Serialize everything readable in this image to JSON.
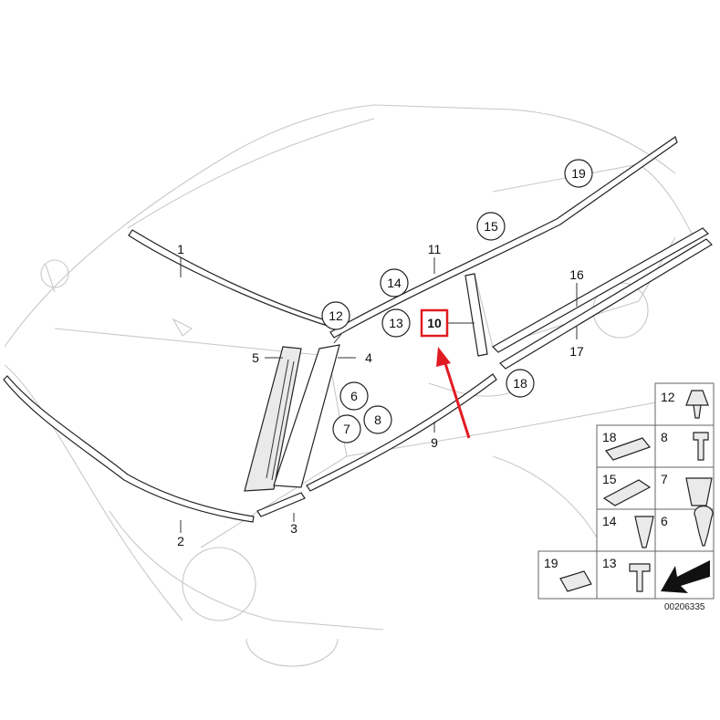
{
  "diagram": {
    "labels_plain": [
      "1",
      "2",
      "3",
      "4",
      "5",
      "9",
      "11",
      "16",
      "17"
    ],
    "labels_circled": [
      "6",
      "7",
      "8",
      "12",
      "13",
      "14",
      "15",
      "18",
      "19"
    ],
    "highlighted_label": "10",
    "accent_color": "#e11b22",
    "legend_cells": [
      "12",
      "18",
      "8",
      "15",
      "7",
      "14",
      "6",
      "19",
      "13"
    ],
    "drawing_code": "00206335"
  }
}
